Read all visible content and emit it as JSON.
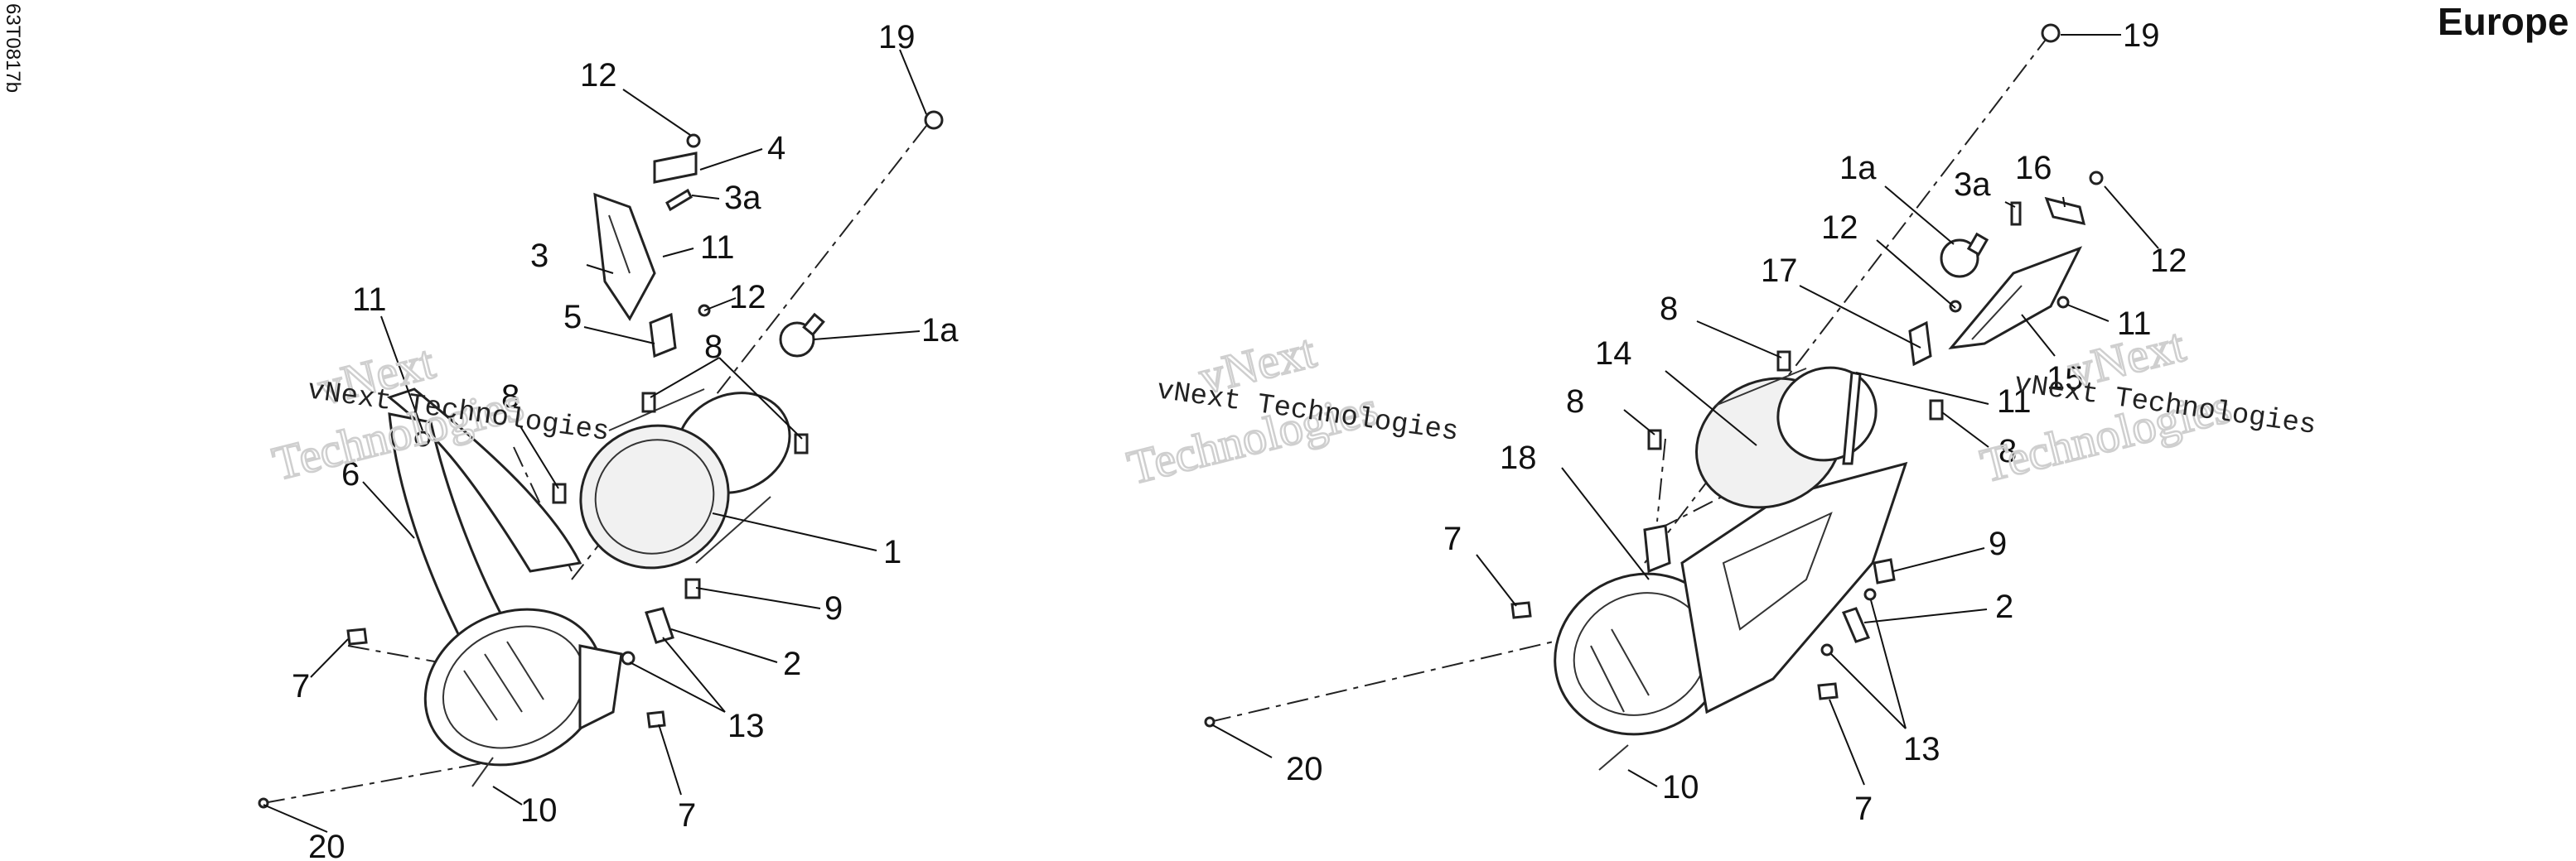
{
  "drawing": {
    "code": "63T0817b",
    "region": "Europe",
    "watermark_line1": "vNext",
    "watermark_line2": "Technologies",
    "watermark_small": "vNext Technologies"
  },
  "left_assembly": {
    "callouts": [
      "19",
      "12",
      "4",
      "3a",
      "3",
      "11",
      "12",
      "5",
      "1a",
      "11",
      "8",
      "8",
      "6",
      "1",
      "9",
      "2",
      "13",
      "7",
      "7",
      "10",
      "20"
    ]
  },
  "right_assembly": {
    "callouts": [
      "19",
      "1a",
      "3a",
      "16",
      "12",
      "12",
      "17",
      "11",
      "8",
      "14",
      "15",
      "11",
      "8",
      "8",
      "18",
      "7",
      "9",
      "2",
      "13",
      "20",
      "10",
      "7"
    ]
  }
}
